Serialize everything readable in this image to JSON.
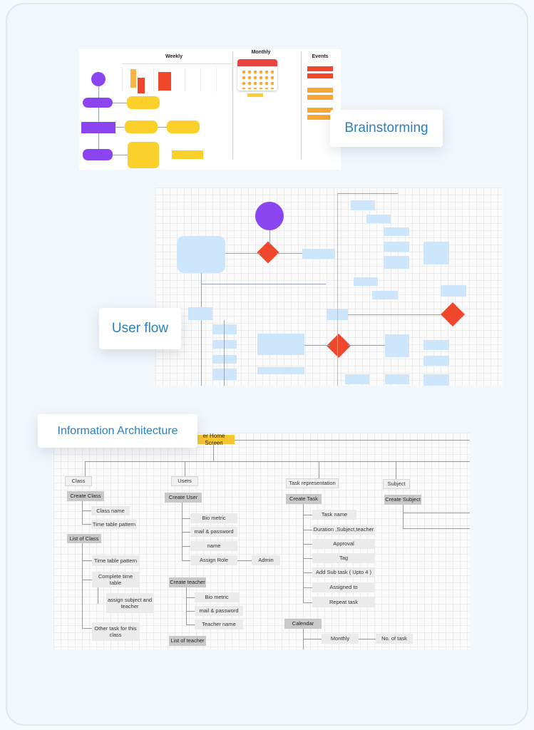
{
  "cards": {
    "brainstorming": "Brainstorming",
    "user_flow": "User flow",
    "information_architecture": "Information Architecture"
  },
  "brainstorm": {
    "weekly": "Weekly",
    "monthly": "Monthly",
    "events": "Events"
  },
  "ia": {
    "home": "er Home Screen",
    "class": {
      "header": "Class",
      "create": "Create Class",
      "create_items": [
        "Class name",
        "Time table pattern"
      ],
      "list": "List of  Class",
      "list_items": [
        "Time table pattern",
        "Complete time table",
        "assign subject and teacher",
        "Other task for this class"
      ]
    },
    "users": {
      "header": "Users",
      "create": "Create User",
      "create_items": [
        "Bio metric",
        "mail & password",
        "name",
        "Assign Role"
      ],
      "admin": "Admin",
      "teacher": "Create teacher",
      "teacher_items": [
        "Bio metric",
        "mail & password",
        "Teacher name"
      ],
      "list_teacher": "List of teacher"
    },
    "task": {
      "header": "Task representation",
      "create": "Create Task",
      "items": [
        "Task name",
        "Duration ,Subject,teacher",
        "Approval",
        "Tag",
        "Add Sub task ( Upto 4 )",
        "Assigned to",
        "Repeat task"
      ],
      "calendar": "Calendar",
      "monthly": "Monthly",
      "no_task": "No. of task"
    },
    "subject": {
      "header": "Subject",
      "create": "Create Subject"
    }
  },
  "colors": {
    "card_text": "#2a7fbf",
    "purple": "#8b45f0",
    "yellow": "#fcd02b",
    "red": "#f0462b",
    "flow_blue": "#cde6fb",
    "home_orange": "#f7c52f"
  }
}
